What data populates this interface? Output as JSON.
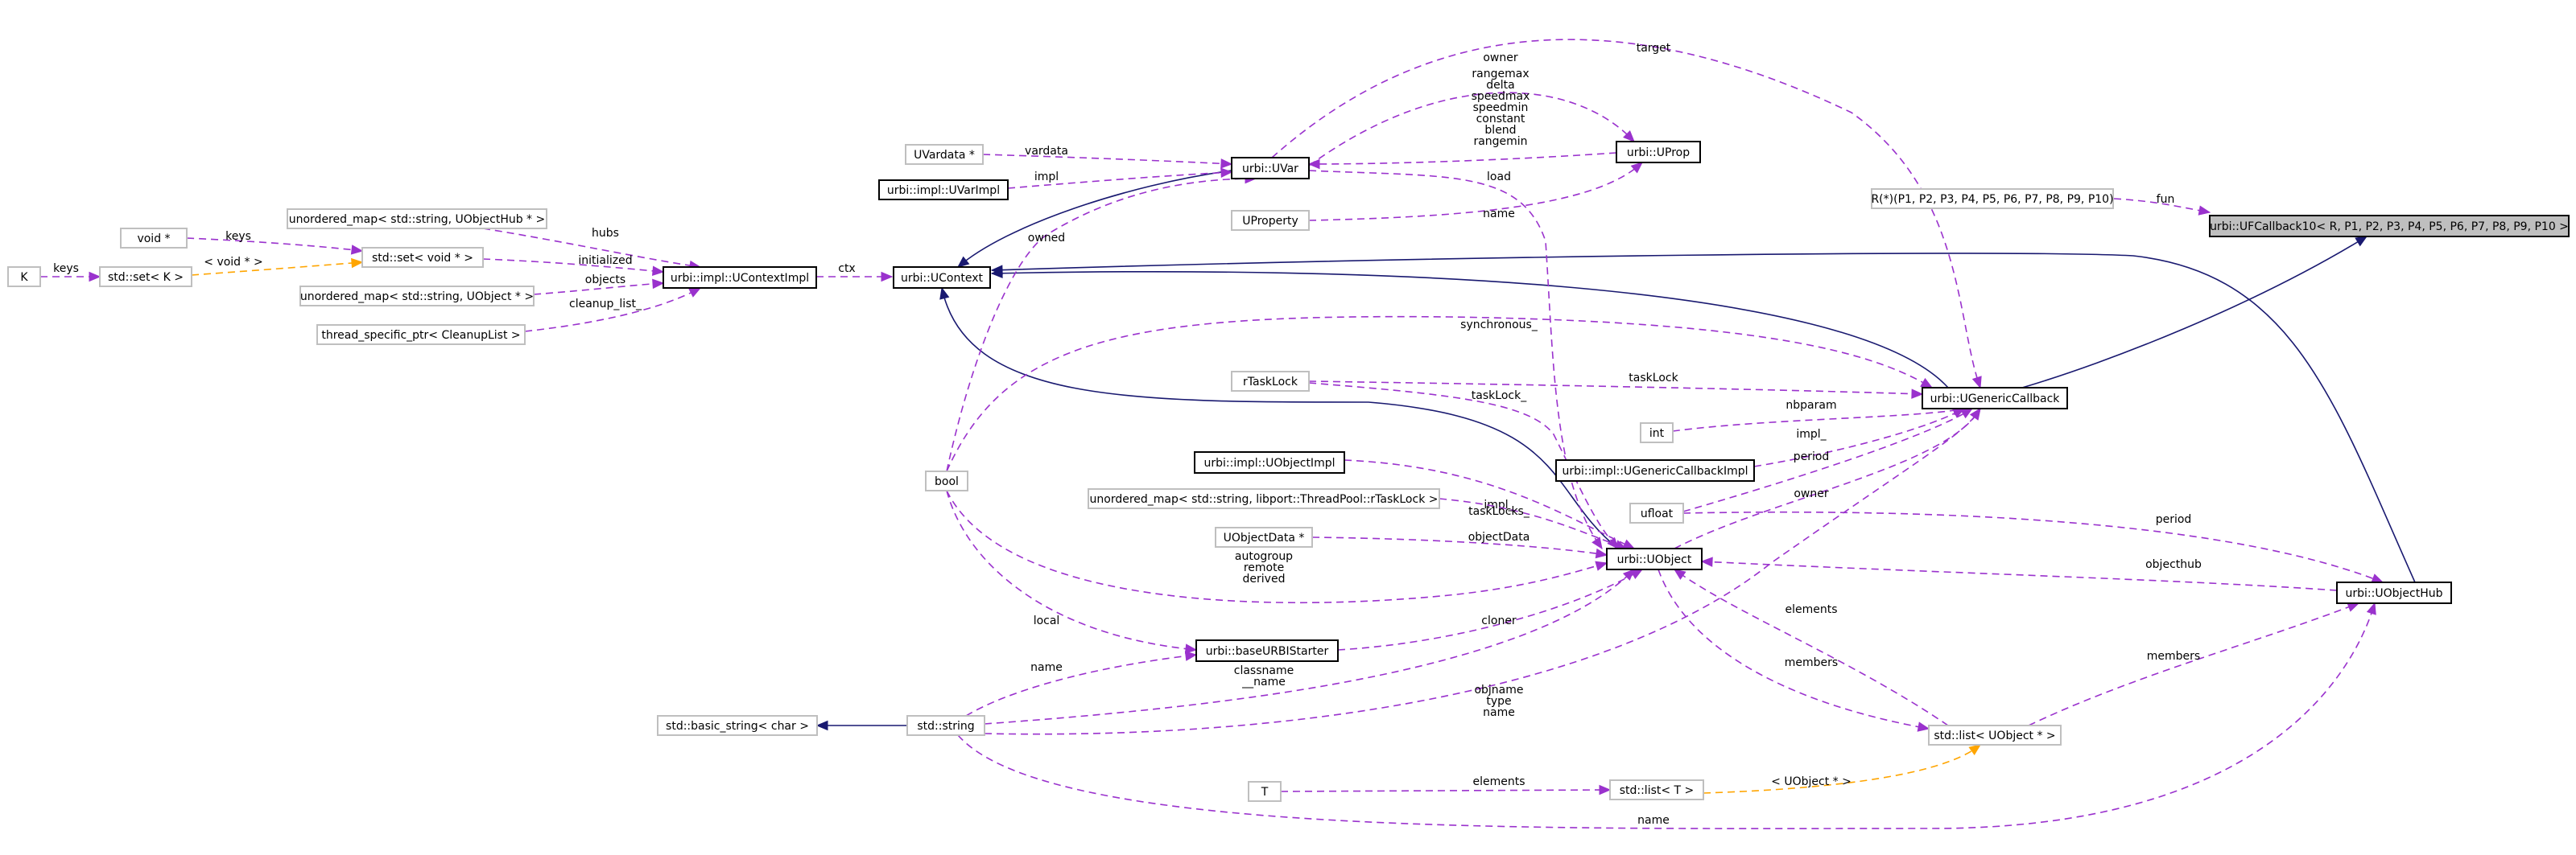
{
  "diagram": {
    "nodes": [
      {
        "id": "ufcallback",
        "label": "urbi::UFCallback10< R, P1, P2, P3, P4, P5, P6, P7, P8, P9, P10 >",
        "style": "focus"
      },
      {
        "id": "fnptr",
        "label": "R(*)(P1, P2, P3, P4, P5, P6, P7, P8, P9, P10)",
        "style": "ext"
      },
      {
        "id": "ugenericcallback",
        "label": "urbi::UGenericCallback",
        "style": "doc"
      },
      {
        "id": "ucontext",
        "label": "urbi::UContext",
        "style": "doc"
      },
      {
        "id": "uvar",
        "label": "urbi::UVar",
        "style": "doc"
      },
      {
        "id": "uprop",
        "label": "urbi::UProp",
        "style": "doc"
      },
      {
        "id": "uvardata",
        "label": "UVardata *",
        "style": "ext"
      },
      {
        "id": "uvarimpl",
        "label": "urbi::impl::UVarImpl",
        "style": "doc"
      },
      {
        "id": "uproperty",
        "label": "UProperty",
        "style": "ext"
      },
      {
        "id": "ucontextimpl",
        "label": "urbi::impl::UContextImpl",
        "style": "doc"
      },
      {
        "id": "umap_hub",
        "label": "unordered_map< std::string, UObjectHub * >",
        "style": "ext"
      },
      {
        "id": "voidptr",
        "label": "void *",
        "style": "ext"
      },
      {
        "id": "setvoid",
        "label": "std::set< void * >",
        "style": "ext"
      },
      {
        "id": "setK",
        "label": "std::set< K >",
        "style": "ext"
      },
      {
        "id": "K",
        "label": "K",
        "style": "ext"
      },
      {
        "id": "umap_obj",
        "label": "unordered_map< std::string, UObject * >",
        "style": "ext"
      },
      {
        "id": "tsp",
        "label": "thread_specific_ptr< CleanupList >",
        "style": "ext"
      },
      {
        "id": "rtasklock",
        "label": "rTaskLock",
        "style": "ext"
      },
      {
        "id": "int",
        "label": "int",
        "style": "ext"
      },
      {
        "id": "ugcbimpl",
        "label": "urbi::impl::UGenericCallbackImpl",
        "style": "doc"
      },
      {
        "id": "bool",
        "label": "bool",
        "style": "ext"
      },
      {
        "id": "uobjimpl",
        "label": "urbi::impl::UObjectImpl",
        "style": "doc"
      },
      {
        "id": "umap_tp",
        "label": "unordered_map< std::string, libport::ThreadPool::rTaskLock >",
        "style": "ext"
      },
      {
        "id": "ufloat",
        "label": "ufloat",
        "style": "ext"
      },
      {
        "id": "uobjdata",
        "label": "UObjectData *",
        "style": "ext"
      },
      {
        "id": "uobject",
        "label": "urbi::UObject",
        "style": "doc"
      },
      {
        "id": "uobjecthub",
        "label": "urbi::UObjectHub",
        "style": "doc"
      },
      {
        "id": "baseurbi",
        "label": "urbi::baseURBIStarter",
        "style": "doc"
      },
      {
        "id": "basicstring",
        "label": "std::basic_string< char >",
        "style": "ext"
      },
      {
        "id": "stdstring",
        "label": "std::string",
        "style": "ext"
      },
      {
        "id": "listuobj",
        "label": "std::list< UObject * >",
        "style": "ext"
      },
      {
        "id": "listT",
        "label": "std::list< T >",
        "style": "ext"
      },
      {
        "id": "T",
        "label": "T",
        "style": "ext"
      }
    ],
    "edges": [
      {
        "from": "fnptr",
        "to": "ufcallback",
        "label": "fun",
        "type": "usage"
      },
      {
        "from": "ugenericcallback",
        "to": "ufcallback",
        "label": "",
        "type": "inherit"
      },
      {
        "from": "ucontext",
        "to": "ugenericcallback",
        "label": "",
        "type": "inherit"
      },
      {
        "from": "ucontext",
        "to": "uobject",
        "label": "",
        "type": "inherit"
      },
      {
        "from": "ucontext",
        "to": "uobjecthub",
        "label": "",
        "type": "inherit"
      },
      {
        "from": "ucontext",
        "to": "uvar",
        "label": "",
        "type": "inherit"
      },
      {
        "from": "ucontextimpl",
        "to": "ucontext",
        "label": "ctx",
        "type": "usage"
      },
      {
        "from": "umap_hub",
        "to": "ucontextimpl",
        "label": "hubs",
        "type": "usage"
      },
      {
        "from": "setvoid",
        "to": "ucontextimpl",
        "label": "initialized",
        "type": "usage"
      },
      {
        "from": "umap_obj",
        "to": "ucontextimpl",
        "label": "objects",
        "type": "usage"
      },
      {
        "from": "tsp",
        "to": "ucontextimpl",
        "label": "cleanup_list_",
        "type": "usage"
      },
      {
        "from": "voidptr",
        "to": "setvoid",
        "label": "keys",
        "type": "usage"
      },
      {
        "from": "setK",
        "to": "setvoid",
        "label": "< void * >",
        "type": "tmpl"
      },
      {
        "from": "K",
        "to": "setK",
        "label": "keys",
        "type": "usage"
      },
      {
        "from": "uvardata",
        "to": "uvar",
        "label": "vardata",
        "type": "usage"
      },
      {
        "from": "uvarimpl",
        "to": "uvar",
        "label": "impl",
        "type": "usage"
      },
      {
        "from": "bool",
        "to": "uvar",
        "label": "owned",
        "type": "usage"
      },
      {
        "from": "uvar",
        "to": "uprop",
        "label": "owner",
        "type": "usage"
      },
      {
        "from": "uprop",
        "to": "uvar",
        "label": "rangemax\ndelta\nspeedmax\nspeedmin\nconstant\nblend\nrangemin",
        "type": "usage"
      },
      {
        "from": "uproperty",
        "to": "uprop",
        "label": "name",
        "type": "usage"
      },
      {
        "from": "uvar",
        "to": "ugenericcallback",
        "label": "target",
        "type": "usage"
      },
      {
        "from": "uvar",
        "to": "uobject",
        "label": "load",
        "type": "usage"
      },
      {
        "from": "bool",
        "to": "ugenericcallback",
        "label": "synchronous_",
        "type": "usage"
      },
      {
        "from": "rtasklock",
        "to": "ugenericcallback",
        "label": "taskLock",
        "type": "usage"
      },
      {
        "from": "rtasklock",
        "to": "uobject",
        "label": "taskLock_",
        "type": "usage"
      },
      {
        "from": "int",
        "to": "ugenericcallback",
        "label": "nbparam",
        "type": "usage"
      },
      {
        "from": "ugcbimpl",
        "to": "ugenericcallback",
        "label": "impl_",
        "type": "usage"
      },
      {
        "from": "ufloat",
        "to": "ugenericcallback",
        "label": "period",
        "type": "usage"
      },
      {
        "from": "uobject",
        "to": "ugenericcallback",
        "label": "owner",
        "type": "usage"
      },
      {
        "from": "uobjimpl",
        "to": "uobject",
        "label": "impl_",
        "type": "usage"
      },
      {
        "from": "umap_tp",
        "to": "uobject",
        "label": "taskLocks_",
        "type": "usage"
      },
      {
        "from": "uobjdata",
        "to": "uobject",
        "label": "objectData",
        "type": "usage"
      },
      {
        "from": "bool",
        "to": "uobject",
        "label": "autogroup\nremote\nderived",
        "type": "usage"
      },
      {
        "from": "uobjecthub",
        "to": "uobject",
        "label": "objecthub",
        "type": "usage"
      },
      {
        "from": "ufloat",
        "to": "uobjecthub",
        "label": "period",
        "type": "usage"
      },
      {
        "from": "baseurbi",
        "to": "uobject",
        "label": "cloner",
        "type": "usage"
      },
      {
        "from": "bool",
        "to": "baseurbi",
        "label": "local",
        "type": "usage"
      },
      {
        "from": "stdstring",
        "to": "baseurbi",
        "label": "name",
        "type": "usage"
      },
      {
        "from": "stdstring",
        "to": "uobject",
        "label": "classname\n__name",
        "type": "usage"
      },
      {
        "from": "stdstring",
        "to": "ugenericcallback",
        "label": "objname\ntype\nname",
        "type": "usage"
      },
      {
        "from": "stdstring",
        "to": "uobjecthub",
        "label": "name",
        "type": "usage"
      },
      {
        "from": "basicstring",
        "to": "stdstring",
        "label": "",
        "type": "inherit"
      },
      {
        "from": "listuobj",
        "to": "uobject",
        "label": "elements",
        "type": "usage"
      },
      {
        "from": "uobject",
        "to": "listuobj",
        "label": "members",
        "type": "usage"
      },
      {
        "from": "listuobj",
        "to": "uobjecthub",
        "label": "members",
        "type": "usage"
      },
      {
        "from": "listT",
        "to": "listuobj",
        "label": "< UObject * >",
        "type": "tmpl"
      },
      {
        "from": "T",
        "to": "listT",
        "label": "elements",
        "type": "usage"
      }
    ]
  }
}
